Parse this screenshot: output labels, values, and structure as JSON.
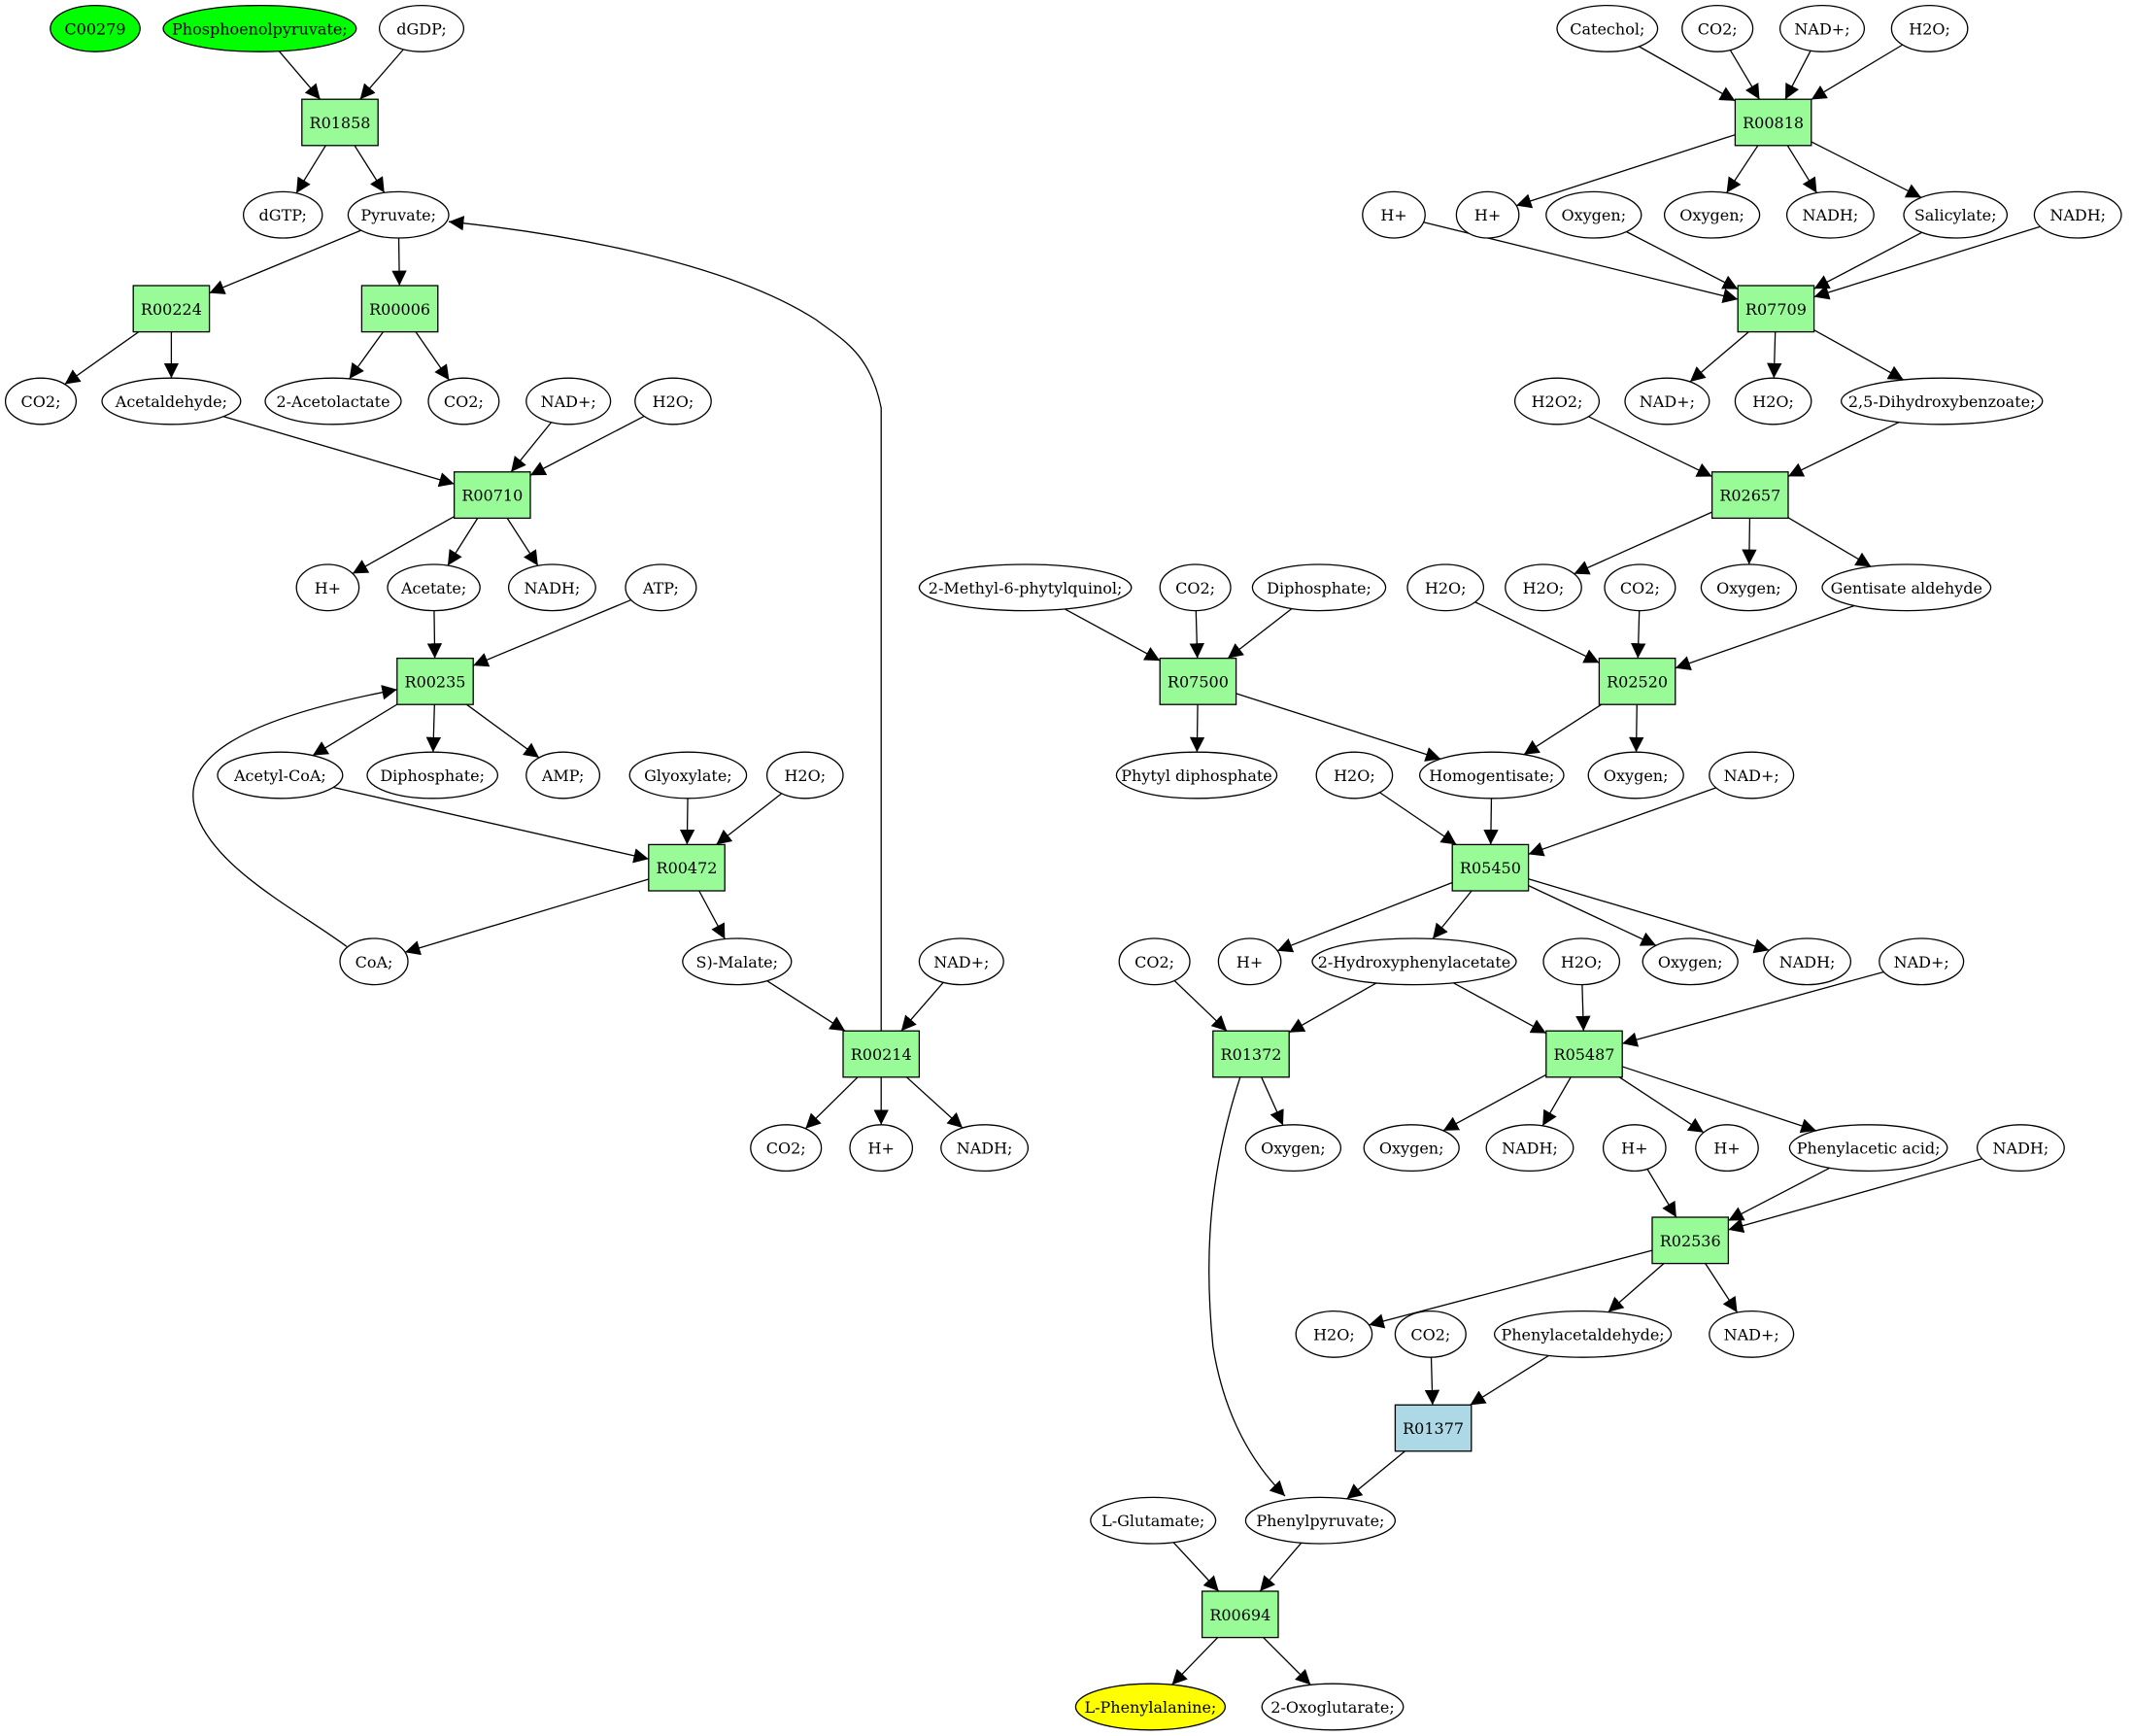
{
  "colors": {
    "reaction": "#98fb98",
    "reaction_alt": "#add8e6",
    "source": "#00ff00",
    "target": "#ffff00",
    "compound": "#ffffff"
  },
  "nodes": [
    {
      "id": "n1",
      "label": "C00279",
      "shape": "ellipse",
      "fill": "source"
    },
    {
      "id": "n2",
      "label": "Phosphoenolpyruvate;",
      "shape": "ellipse",
      "fill": "source"
    },
    {
      "id": "n3",
      "label": "dGDP;",
      "shape": "ellipse"
    },
    {
      "id": "r1",
      "label": "R01858",
      "shape": "box",
      "fill": "reaction"
    },
    {
      "id": "n4",
      "label": "dGTP;",
      "shape": "ellipse"
    },
    {
      "id": "n5",
      "label": "Pyruvate;",
      "shape": "ellipse"
    },
    {
      "id": "r2",
      "label": "R00224",
      "shape": "box",
      "fill": "reaction"
    },
    {
      "id": "r3",
      "label": "R00006",
      "shape": "box",
      "fill": "reaction"
    },
    {
      "id": "n6",
      "label": "CO2;",
      "shape": "ellipse"
    },
    {
      "id": "n7",
      "label": "Acetaldehyde;",
      "shape": "ellipse"
    },
    {
      "id": "n8",
      "label": "2-Acetolactate",
      "shape": "ellipse"
    },
    {
      "id": "n9",
      "label": "CO2;",
      "shape": "ellipse"
    },
    {
      "id": "n10",
      "label": "NAD+;",
      "shape": "ellipse"
    },
    {
      "id": "n11",
      "label": "H2O;",
      "shape": "ellipse"
    },
    {
      "id": "r4",
      "label": "R00710",
      "shape": "box",
      "fill": "reaction"
    },
    {
      "id": "n12",
      "label": "H+",
      "shape": "ellipse"
    },
    {
      "id": "n13",
      "label": "Acetate;",
      "shape": "ellipse"
    },
    {
      "id": "n14",
      "label": "NADH;",
      "shape": "ellipse"
    },
    {
      "id": "n15",
      "label": "ATP;",
      "shape": "ellipse"
    },
    {
      "id": "r5",
      "label": "R00235",
      "shape": "box",
      "fill": "reaction"
    },
    {
      "id": "n16",
      "label": "Acetyl-CoA;",
      "shape": "ellipse"
    },
    {
      "id": "n17",
      "label": "Diphosphate;",
      "shape": "ellipse"
    },
    {
      "id": "n18",
      "label": "AMP;",
      "shape": "ellipse"
    },
    {
      "id": "n19",
      "label": "Glyoxylate;",
      "shape": "ellipse"
    },
    {
      "id": "n20",
      "label": "H2O;",
      "shape": "ellipse"
    },
    {
      "id": "r6",
      "label": "R00472",
      "shape": "box",
      "fill": "reaction"
    },
    {
      "id": "n21",
      "label": "CoA;",
      "shape": "ellipse"
    },
    {
      "id": "n22",
      "label": "S)-Malate;",
      "shape": "ellipse"
    },
    {
      "id": "n23",
      "label": "NAD+;",
      "shape": "ellipse"
    },
    {
      "id": "r7",
      "label": "R00214",
      "shape": "box",
      "fill": "reaction"
    },
    {
      "id": "n24",
      "label": "CO2;",
      "shape": "ellipse"
    },
    {
      "id": "n25",
      "label": "H+",
      "shape": "ellipse"
    },
    {
      "id": "n26",
      "label": "NADH;",
      "shape": "ellipse"
    },
    {
      "id": "n27",
      "label": "Catechol;",
      "shape": "ellipse"
    },
    {
      "id": "n28",
      "label": "CO2;",
      "shape": "ellipse"
    },
    {
      "id": "n29",
      "label": "NAD+;",
      "shape": "ellipse"
    },
    {
      "id": "n30",
      "label": "H2O;",
      "shape": "ellipse"
    },
    {
      "id": "r8",
      "label": "R00818",
      "shape": "box",
      "fill": "reaction"
    },
    {
      "id": "n31",
      "label": "H+",
      "shape": "ellipse"
    },
    {
      "id": "n32",
      "label": "H+",
      "shape": "ellipse"
    },
    {
      "id": "n33",
      "label": "Oxygen;",
      "shape": "ellipse"
    },
    {
      "id": "n34",
      "label": "Oxygen;",
      "shape": "ellipse"
    },
    {
      "id": "n35",
      "label": "NADH;",
      "shape": "ellipse"
    },
    {
      "id": "n36",
      "label": "Salicylate;",
      "shape": "ellipse"
    },
    {
      "id": "n37",
      "label": "NADH;",
      "shape": "ellipse"
    },
    {
      "id": "r9",
      "label": "R07709",
      "shape": "box",
      "fill": "reaction"
    },
    {
      "id": "n38",
      "label": "H2O2;",
      "shape": "ellipse"
    },
    {
      "id": "n39",
      "label": "NAD+;",
      "shape": "ellipse"
    },
    {
      "id": "n40",
      "label": "H2O;",
      "shape": "ellipse"
    },
    {
      "id": "n41",
      "label": "2,5-Dihydroxybenzoate;",
      "shape": "ellipse"
    },
    {
      "id": "r10",
      "label": "R02657",
      "shape": "box",
      "fill": "reaction"
    },
    {
      "id": "n42",
      "label": "2-Methyl-6-phytylquinol;",
      "shape": "ellipse"
    },
    {
      "id": "n43",
      "label": "CO2;",
      "shape": "ellipse"
    },
    {
      "id": "n44",
      "label": "Diphosphate;",
      "shape": "ellipse"
    },
    {
      "id": "n45",
      "label": "H2O;",
      "shape": "ellipse"
    },
    {
      "id": "n46",
      "label": "H2O;",
      "shape": "ellipse"
    },
    {
      "id": "n47",
      "label": "CO2;",
      "shape": "ellipse"
    },
    {
      "id": "n48",
      "label": "Oxygen;",
      "shape": "ellipse"
    },
    {
      "id": "n49",
      "label": "Gentisate aldehyde",
      "shape": "ellipse"
    },
    {
      "id": "r11",
      "label": "R07500",
      "shape": "box",
      "fill": "reaction"
    },
    {
      "id": "r12",
      "label": "R02520",
      "shape": "box",
      "fill": "reaction"
    },
    {
      "id": "n50",
      "label": "Phytyl diphosphate",
      "shape": "ellipse"
    },
    {
      "id": "n51",
      "label": "H2O;",
      "shape": "ellipse"
    },
    {
      "id": "n52",
      "label": "Homogentisate;",
      "shape": "ellipse"
    },
    {
      "id": "n53",
      "label": "Oxygen;",
      "shape": "ellipse"
    },
    {
      "id": "n54",
      "label": "NAD+;",
      "shape": "ellipse"
    },
    {
      "id": "r13",
      "label": "R05450",
      "shape": "box",
      "fill": "reaction"
    },
    {
      "id": "n55",
      "label": "CO2;",
      "shape": "ellipse"
    },
    {
      "id": "n56",
      "label": "H+",
      "shape": "ellipse"
    },
    {
      "id": "n57",
      "label": "2-Hydroxyphenylacetate",
      "shape": "ellipse"
    },
    {
      "id": "n58",
      "label": "H2O;",
      "shape": "ellipse"
    },
    {
      "id": "n59",
      "label": "Oxygen;",
      "shape": "ellipse"
    },
    {
      "id": "n60",
      "label": "NADH;",
      "shape": "ellipse"
    },
    {
      "id": "n61",
      "label": "NAD+;",
      "shape": "ellipse"
    },
    {
      "id": "r14",
      "label": "R01372",
      "shape": "box",
      "fill": "reaction"
    },
    {
      "id": "r15",
      "label": "R05487",
      "shape": "box",
      "fill": "reaction"
    },
    {
      "id": "n62",
      "label": "Oxygen;",
      "shape": "ellipse"
    },
    {
      "id": "n63",
      "label": "Oxygen;",
      "shape": "ellipse"
    },
    {
      "id": "n64",
      "label": "NADH;",
      "shape": "ellipse"
    },
    {
      "id": "n65",
      "label": "H+",
      "shape": "ellipse"
    },
    {
      "id": "n66",
      "label": "H+",
      "shape": "ellipse"
    },
    {
      "id": "n67",
      "label": "Phenylacetic acid;",
      "shape": "ellipse"
    },
    {
      "id": "n68",
      "label": "NADH;",
      "shape": "ellipse"
    },
    {
      "id": "r16",
      "label": "R02536",
      "shape": "box",
      "fill": "reaction"
    },
    {
      "id": "n69",
      "label": "H2O;",
      "shape": "ellipse"
    },
    {
      "id": "n70",
      "label": "CO2;",
      "shape": "ellipse"
    },
    {
      "id": "n71",
      "label": "Phenylacetaldehyde;",
      "shape": "ellipse"
    },
    {
      "id": "n72",
      "label": "NAD+;",
      "shape": "ellipse"
    },
    {
      "id": "r17",
      "label": "R01377",
      "shape": "box",
      "fill": "reaction_alt"
    },
    {
      "id": "n73",
      "label": "L-Glutamate;",
      "shape": "ellipse"
    },
    {
      "id": "n74",
      "label": "Phenylpyruvate;",
      "shape": "ellipse"
    },
    {
      "id": "r18",
      "label": "R00694",
      "shape": "box",
      "fill": "reaction"
    },
    {
      "id": "n75",
      "label": "L-Phenylalanine;",
      "shape": "ellipse",
      "fill": "target"
    },
    {
      "id": "n76",
      "label": "2-Oxoglutarate;",
      "shape": "ellipse"
    }
  ],
  "edges": [
    [
      "n2",
      "r1"
    ],
    [
      "n3",
      "r1"
    ],
    [
      "r1",
      "n4"
    ],
    [
      "r1",
      "n5"
    ],
    [
      "n5",
      "r2"
    ],
    [
      "n5",
      "r3"
    ],
    [
      "r2",
      "n6"
    ],
    [
      "r2",
      "n7"
    ],
    [
      "r3",
      "n8"
    ],
    [
      "r3",
      "n9"
    ],
    [
      "n7",
      "r4"
    ],
    [
      "n10",
      "r4"
    ],
    [
      "n11",
      "r4"
    ],
    [
      "r4",
      "n12"
    ],
    [
      "r4",
      "n13"
    ],
    [
      "r4",
      "n14"
    ],
    [
      "n13",
      "r5"
    ],
    [
      "n15",
      "r5"
    ],
    [
      "r5",
      "n16"
    ],
    [
      "r5",
      "n17"
    ],
    [
      "r5",
      "n18"
    ],
    [
      "n16",
      "r6"
    ],
    [
      "n19",
      "r6"
    ],
    [
      "n20",
      "r6"
    ],
    [
      "r6",
      "n21"
    ],
    [
      "r6",
      "n22"
    ],
    [
      "n21",
      "r5"
    ],
    [
      "n22",
      "r7"
    ],
    [
      "n23",
      "r7"
    ],
    [
      "r7",
      "n24"
    ],
    [
      "r7",
      "n25"
    ],
    [
      "r7",
      "n26"
    ],
    [
      "r7",
      "n5"
    ],
    [
      "n27",
      "r8"
    ],
    [
      "n28",
      "r8"
    ],
    [
      "n29",
      "r8"
    ],
    [
      "n30",
      "r8"
    ],
    [
      "r8",
      "n32"
    ],
    [
      "r8",
      "n34"
    ],
    [
      "r8",
      "n35"
    ],
    [
      "r8",
      "n36"
    ],
    [
      "n31",
      "r9"
    ],
    [
      "n33",
      "r9"
    ],
    [
      "n36",
      "r9"
    ],
    [
      "n37",
      "r9"
    ],
    [
      "r9",
      "n39"
    ],
    [
      "r9",
      "n40"
    ],
    [
      "r9",
      "n41"
    ],
    [
      "n38",
      "r10"
    ],
    [
      "n41",
      "r10"
    ],
    [
      "r10",
      "n46"
    ],
    [
      "r10",
      "n48"
    ],
    [
      "r10",
      "n49"
    ],
    [
      "n42",
      "r11"
    ],
    [
      "n43",
      "r11"
    ],
    [
      "n44",
      "r11"
    ],
    [
      "r11",
      "n50"
    ],
    [
      "r11",
      "n52"
    ],
    [
      "n45",
      "r12"
    ],
    [
      "n47",
      "r12"
    ],
    [
      "n49",
      "r12"
    ],
    [
      "r12",
      "n52"
    ],
    [
      "r12",
      "n53"
    ],
    [
      "n51",
      "r13"
    ],
    [
      "n52",
      "r13"
    ],
    [
      "n54",
      "r13"
    ],
    [
      "r13",
      "n56"
    ],
    [
      "r13",
      "n57"
    ],
    [
      "r13",
      "n59"
    ],
    [
      "r13",
      "n60"
    ],
    [
      "n55",
      "r14"
    ],
    [
      "n57",
      "r14"
    ],
    [
      "r14",
      "n62"
    ],
    [
      "r14",
      "n74"
    ],
    [
      "n57",
      "r15"
    ],
    [
      "n58",
      "r15"
    ],
    [
      "n61",
      "r15"
    ],
    [
      "r15",
      "n63"
    ],
    [
      "r15",
      "n64"
    ],
    [
      "r15",
      "n66"
    ],
    [
      "r15",
      "n67"
    ],
    [
      "n65",
      "r16"
    ],
    [
      "n67",
      "r16"
    ],
    [
      "n68",
      "r16"
    ],
    [
      "r16",
      "n69"
    ],
    [
      "r16",
      "n71"
    ],
    [
      "r16",
      "n72"
    ],
    [
      "n70",
      "r17"
    ],
    [
      "n71",
      "r17"
    ],
    [
      "r17",
      "n74"
    ],
    [
      "n73",
      "r18"
    ],
    [
      "n74",
      "r18"
    ],
    [
      "r18",
      "n75"
    ],
    [
      "r18",
      "n76"
    ]
  ]
}
